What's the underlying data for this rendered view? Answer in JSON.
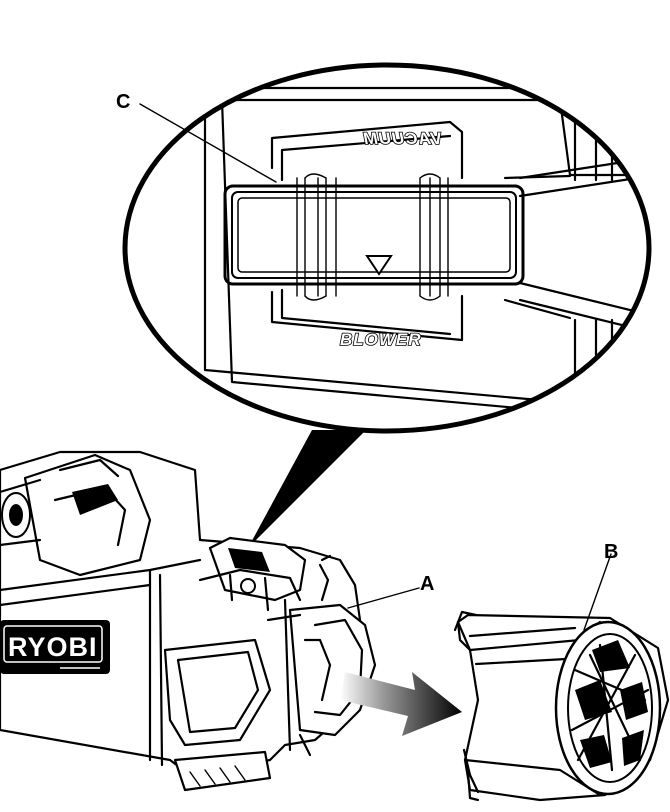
{
  "callouts": {
    "a": "A",
    "b": "B",
    "c": "C"
  },
  "detail_view": {
    "top_label": "VACUUM",
    "bottom_label": "BLOWER",
    "indicator_icon": "triangle-down-icon"
  },
  "tool": {
    "brand": "RYOBI"
  },
  "colors": {
    "line": "#000000",
    "background": "#ffffff"
  }
}
